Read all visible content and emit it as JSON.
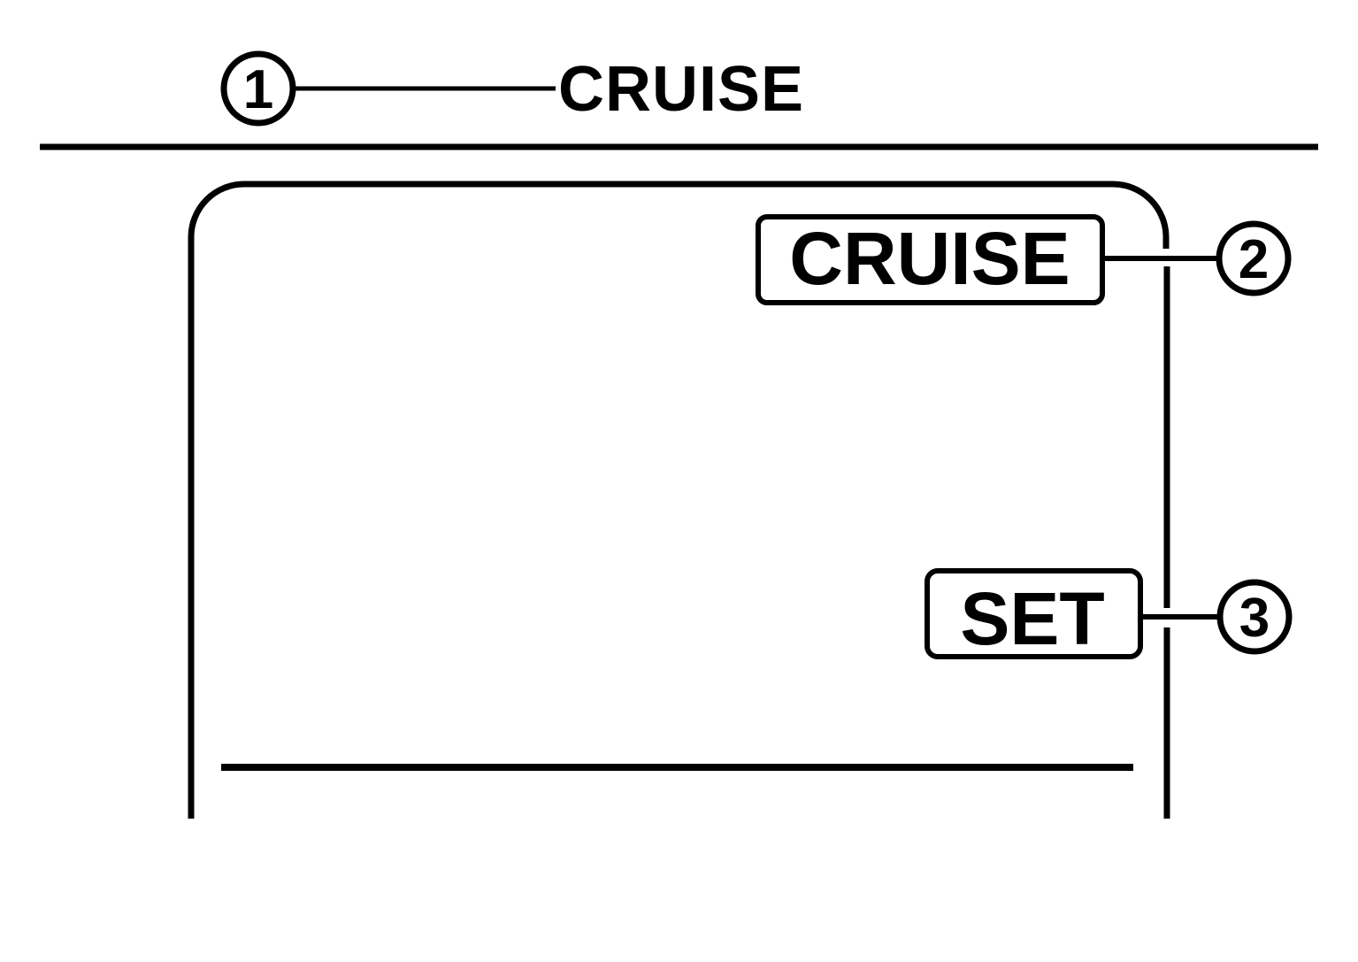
{
  "diagram": {
    "title_label": "CRUISE",
    "header_rule": true,
    "callouts": [
      {
        "number": "1",
        "target": "header-title-cruise"
      },
      {
        "number": "2",
        "target": "indicator-cruise"
      },
      {
        "number": "3",
        "target": "indicator-set"
      }
    ],
    "display_panel": {
      "name": "instrument-cluster-display",
      "indicators": [
        {
          "id": "cruise",
          "label": "CRUISE"
        },
        {
          "id": "set",
          "label": "SET"
        }
      ],
      "separator_line": true
    }
  },
  "colors": {
    "ink": "#000000",
    "background": "#ffffff"
  }
}
